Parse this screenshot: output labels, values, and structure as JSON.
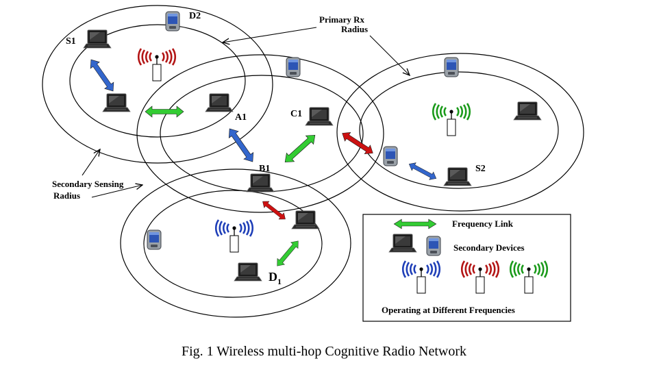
{
  "labels": {
    "d2": "D2",
    "s1": "S1",
    "a1": "A1",
    "c1": "C1",
    "b1": "B1",
    "s2": "S2",
    "d1_main": "D",
    "d1_sub": "1",
    "primary_rx_line1": "Primary Rx",
    "primary_rx_line2": "Radius",
    "secondary_sensing_line1": "Secondary Sensing",
    "secondary_sensing_line2": "Radius"
  },
  "legend": {
    "frequency_link": "Frequency Link",
    "secondary_devices": "Secondary Devices",
    "operating_frequencies": "Operating at Different Frequencies"
  },
  "caption": "Fig. 1 Wireless multi-hop Cognitive Radio Network",
  "colors": {
    "blue": "#3366cc",
    "green": "#33cc33",
    "red": "#cc1111",
    "wave_blue": "#1f3fb8",
    "wave_red": "#b31515",
    "wave_green": "#1a9a1a"
  },
  "icons": [
    "laptop-icon",
    "pda-icon",
    "primary-transmitter-icon",
    "frequency-link-arrow-icon"
  ]
}
